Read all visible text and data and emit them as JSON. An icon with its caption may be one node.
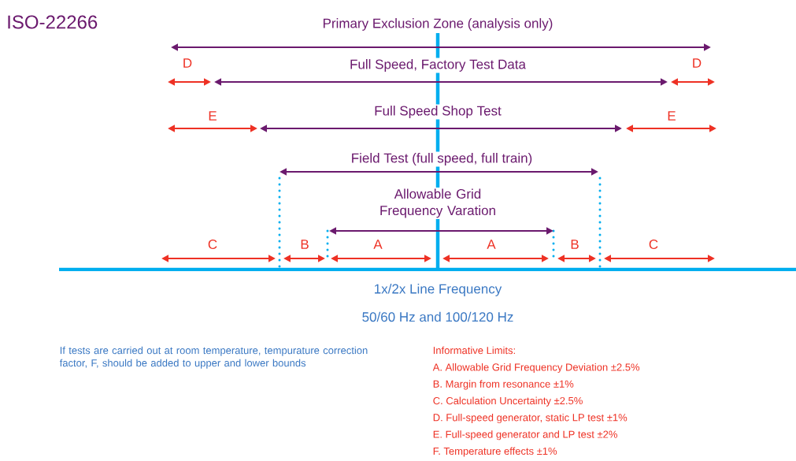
{
  "diagram": {
    "title": "ISO-22266",
    "labels": [
      "Primary Exclusion Zone (analysis only)",
      "D",
      "Full Speed, Factory Test Data",
      "D",
      "E",
      "Full Speed Shop Test",
      "E",
      "Field Test (full speed, full train)",
      "Allowable Grid Frequency Varation",
      "C",
      "B",
      "A",
      "A",
      "B",
      "C",
      "1x/2x Line Frequency",
      "50/60 Hz and 100/120 Hz",
      "If tests are carried out at room temperature, tempurature correction factor, F, should be added to upper and lower bounds",
      "Informative Limits:",
      "A. Allowable Grid Frequency Deviation ±2.5%",
      "B. Margin from resonance ±1%",
      "C. Calculation Uncertainty ±2.5%",
      "D. Full-speed generator, static LP test ±1%",
      "E. Full-speed generator and LP test ±2%",
      "F.  Temperature effects ±1%"
    ]
  }
}
